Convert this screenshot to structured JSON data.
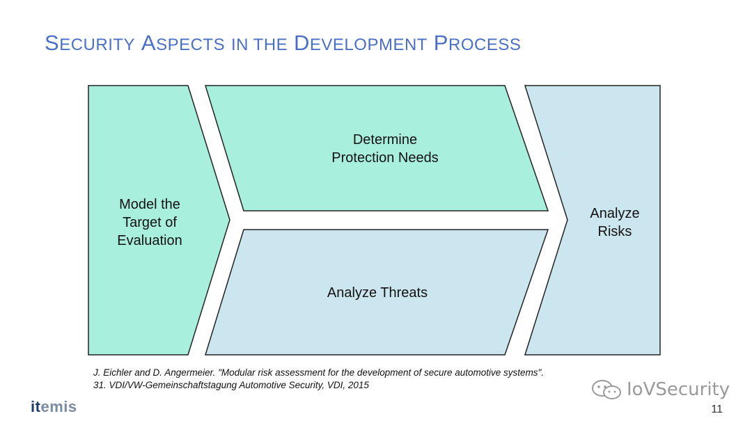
{
  "slide": {
    "title": {
      "word1_cap": "S",
      "word1_rest": "ECURITY",
      "word2_cap": "A",
      "word2_rest": "SPECTS",
      "word3": "IN THE",
      "word4_cap": "D",
      "word4_rest": "EVELOPMENT",
      "word5_cap": "P",
      "word5_rest": "ROCESS"
    },
    "steps": {
      "model": [
        "Model the",
        "Target of",
        "Evaluation"
      ],
      "protection": [
        "Determine",
        "Protection Needs"
      ],
      "threats": "Analyze Threats",
      "risks": [
        "Analyze",
        "Risks"
      ]
    },
    "colors": {
      "green": "#a8f0dd",
      "blue": "#cce6ef",
      "stroke": "#222222",
      "title": "#4a6fc9"
    },
    "reference": {
      "line1": "J. Eichler and D. Angermeier. \"Modular risk assessment for the development of secure automotive systems\".",
      "line2": "31. VDI/VW-Gemeinschaftstagung Automotive Security, VDI, 2015"
    },
    "logo": {
      "part1": "it",
      "part2": "emis"
    },
    "watermark": "IoVSecurity",
    "page_number": "11"
  }
}
